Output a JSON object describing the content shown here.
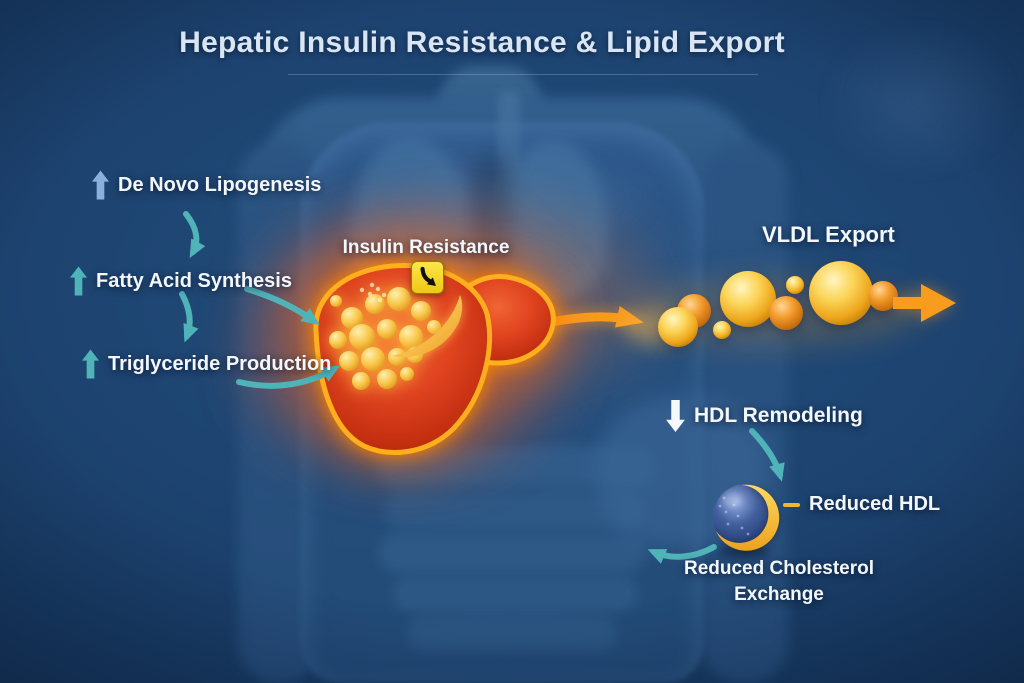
{
  "title": "Hepatic Insulin Resistance & Lipid Export",
  "pathway_labels": {
    "de_novo": "De Novo Lipogenesis",
    "fatty_acid": "Fatty Acid Synthesis",
    "triglyceride": "Triglyceride Production",
    "insulin_resistance": "Insulin Resistance",
    "vldl_export": "VLDL Export",
    "hdl_remodeling": "HDL Remodeling",
    "reduced_hdl": "Reduced HDL",
    "reduced_cholesterol_line1": "Reduced Cholesterol",
    "reduced_cholesterol_line2": "Exchange"
  },
  "colors": {
    "title_text": "#d9e5f3",
    "text_primary": "#f3f7fb",
    "teal_arrow": "#4fb3b8",
    "light_blue_arrow": "#8ab0de",
    "white_arrow": "#f5f8fc",
    "orange_arrow": "#f79c1d",
    "liver_red": "#d63418",
    "liver_rim": "#ffae1e",
    "lipid_yellow": "#f8c948",
    "lipid_orange": "#ef8f1f",
    "hdl_blue": "#2f57a6",
    "hdl_crescent": "#f5b431",
    "icon_yellow": "#f6d71f",
    "background": "#1c4370"
  }
}
